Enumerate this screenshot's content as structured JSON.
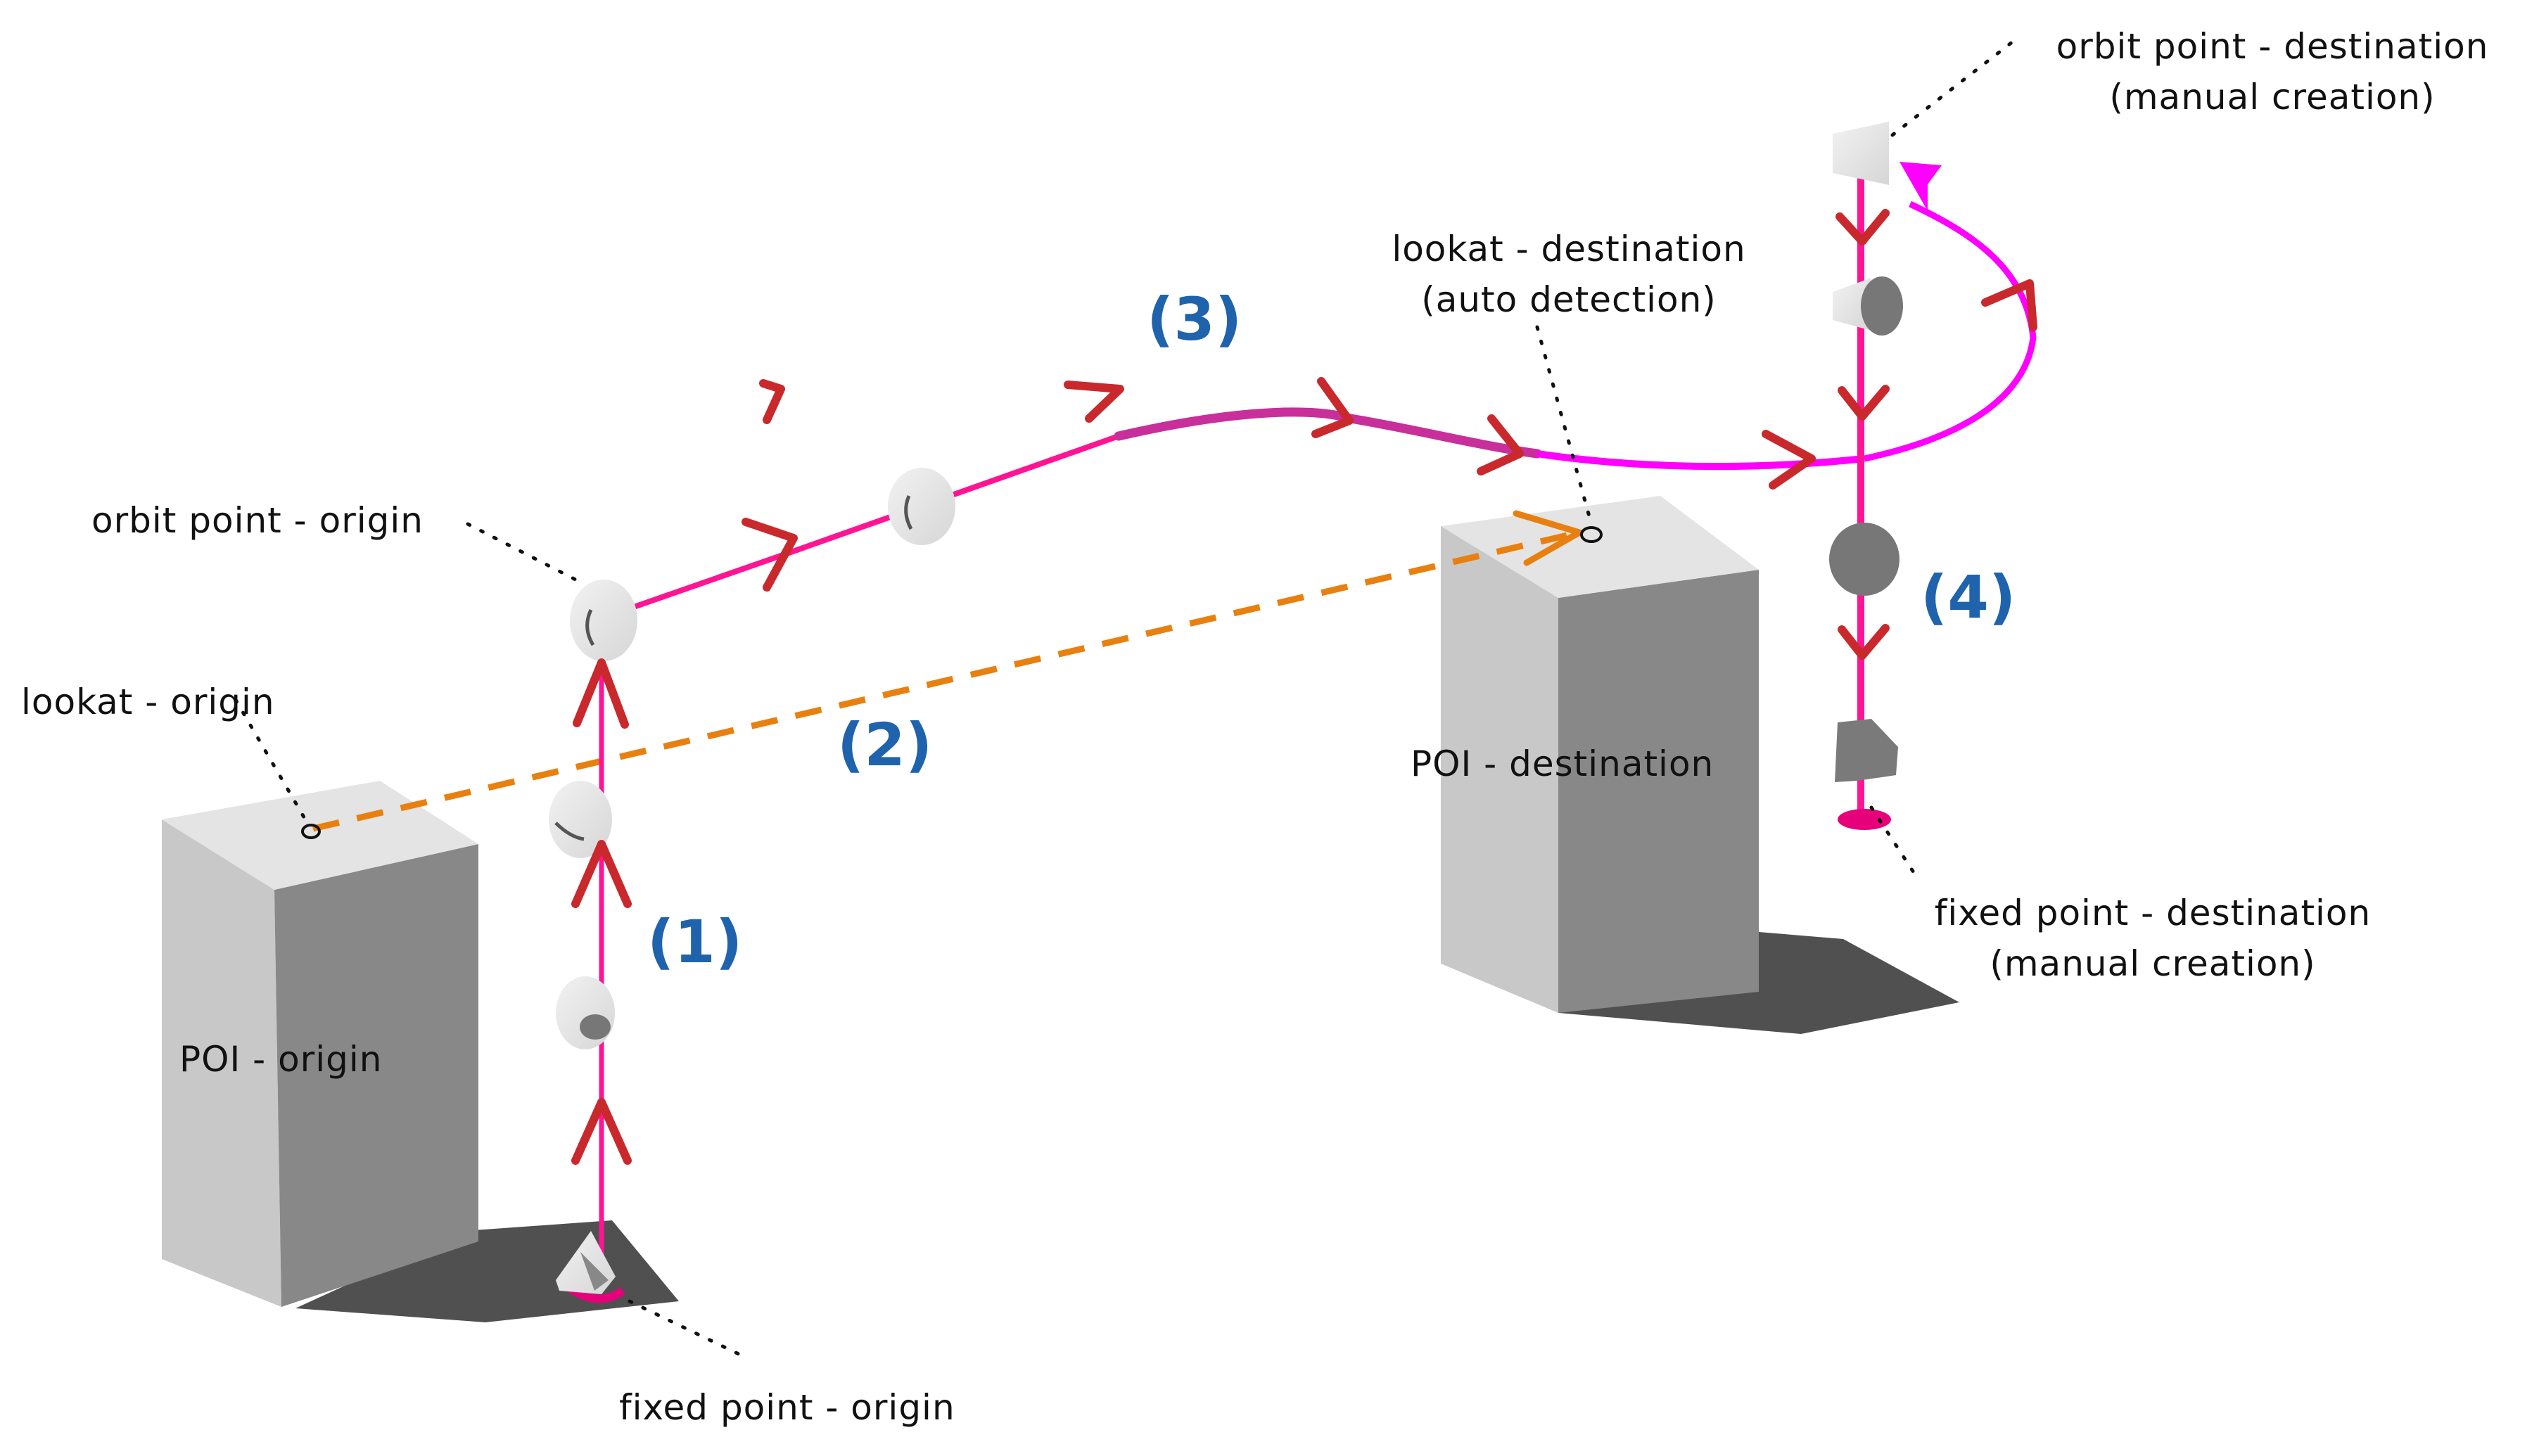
{
  "diagram": {
    "title": "Camera path between points of interest",
    "colors": {
      "camera_path": "#ff1493",
      "transition_path": "#c82f9a",
      "orbit_path": "#ff00ff",
      "direction_arrows": "#c9292c",
      "lookat_line": "#e8800f",
      "step_numbers": "#1f63ad",
      "box_top": "#e4e4e4",
      "box_left": "#c8c8c8",
      "box_right": "#888888",
      "shadow": "#505050",
      "fixed_point_marker": "#e6007a"
    },
    "labels": {
      "orbit_origin": "orbit point - origin",
      "lookat_origin": "lookat - origin",
      "poi_origin": "POI - origin",
      "fixed_origin": "fixed point - origin",
      "lookat_destination_line1": "lookat - destination",
      "lookat_destination_line2": "(auto detection)",
      "poi_destination": "POI - destination",
      "orbit_destination_line1": "orbit point - destination",
      "orbit_destination_line2": "(manual creation)",
      "fixed_destination_line1": "fixed point - destination",
      "fixed_destination_line2": "(manual creation)"
    },
    "steps": [
      {
        "id": 1,
        "label": "(1)",
        "meaning": "rise from fixed point to orbit point (origin)"
      },
      {
        "id": 2,
        "label": "(2)",
        "meaning": "lookat line from origin to destination"
      },
      {
        "id": 3,
        "label": "(3)",
        "meaning": "transition path to destination"
      },
      {
        "id": 4,
        "label": "(4)",
        "meaning": "orbit then descend to fixed point (destination)"
      }
    ],
    "icons": {
      "camera": "camera-glyph",
      "lookat": "lookat-marker",
      "fixed_point": "fixed-point-marker",
      "arrow": "direction-arrow"
    }
  }
}
